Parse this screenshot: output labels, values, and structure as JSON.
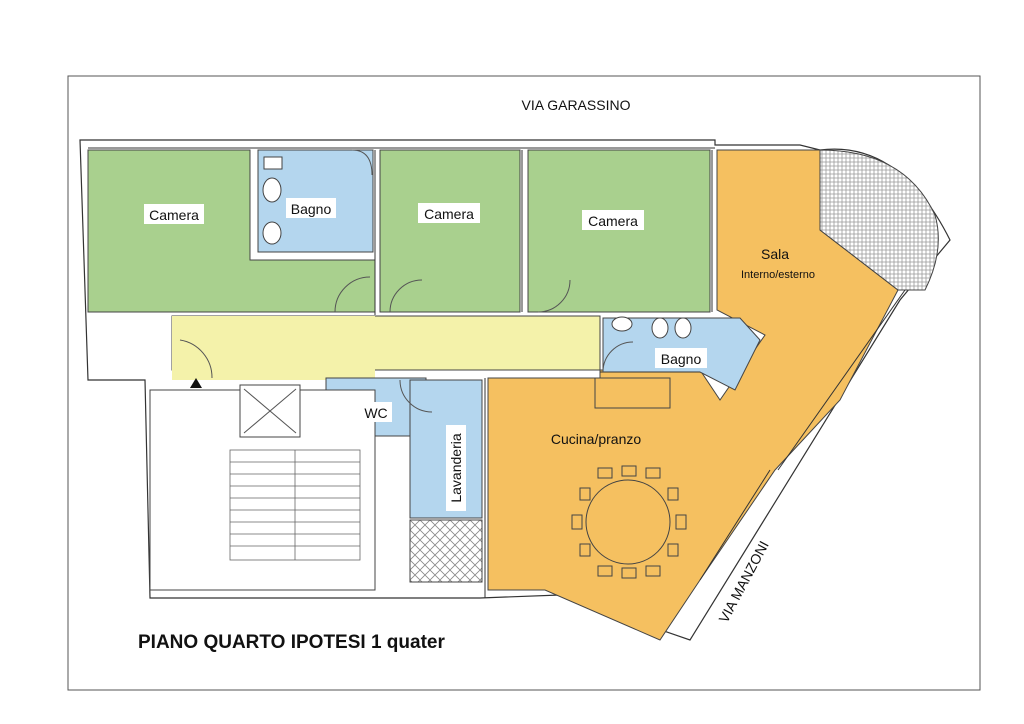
{
  "header": {
    "street_north": "VIA GARASSINO"
  },
  "street_east": "VIA MANZONI",
  "title": "PIANO QUARTO  IPOTESI 1 quater",
  "rooms": {
    "camera_1": "Camera",
    "bagno_1": "Bagno",
    "camera_2": "Camera",
    "camera_3": "Camera",
    "sala": "Sala",
    "sala_sub": "Interno/esterno",
    "bagno_2": "Bagno",
    "wc": "WC",
    "lavanderia": "Lavanderia",
    "cucina": "Cucina/pranzo"
  },
  "colors": {
    "bedroom": "#a9d08e",
    "bathroom": "#b4d6ee",
    "corridor": "#f4f2aa",
    "living": "#f5c060",
    "wall": "#ffffff",
    "line": "#333333"
  }
}
